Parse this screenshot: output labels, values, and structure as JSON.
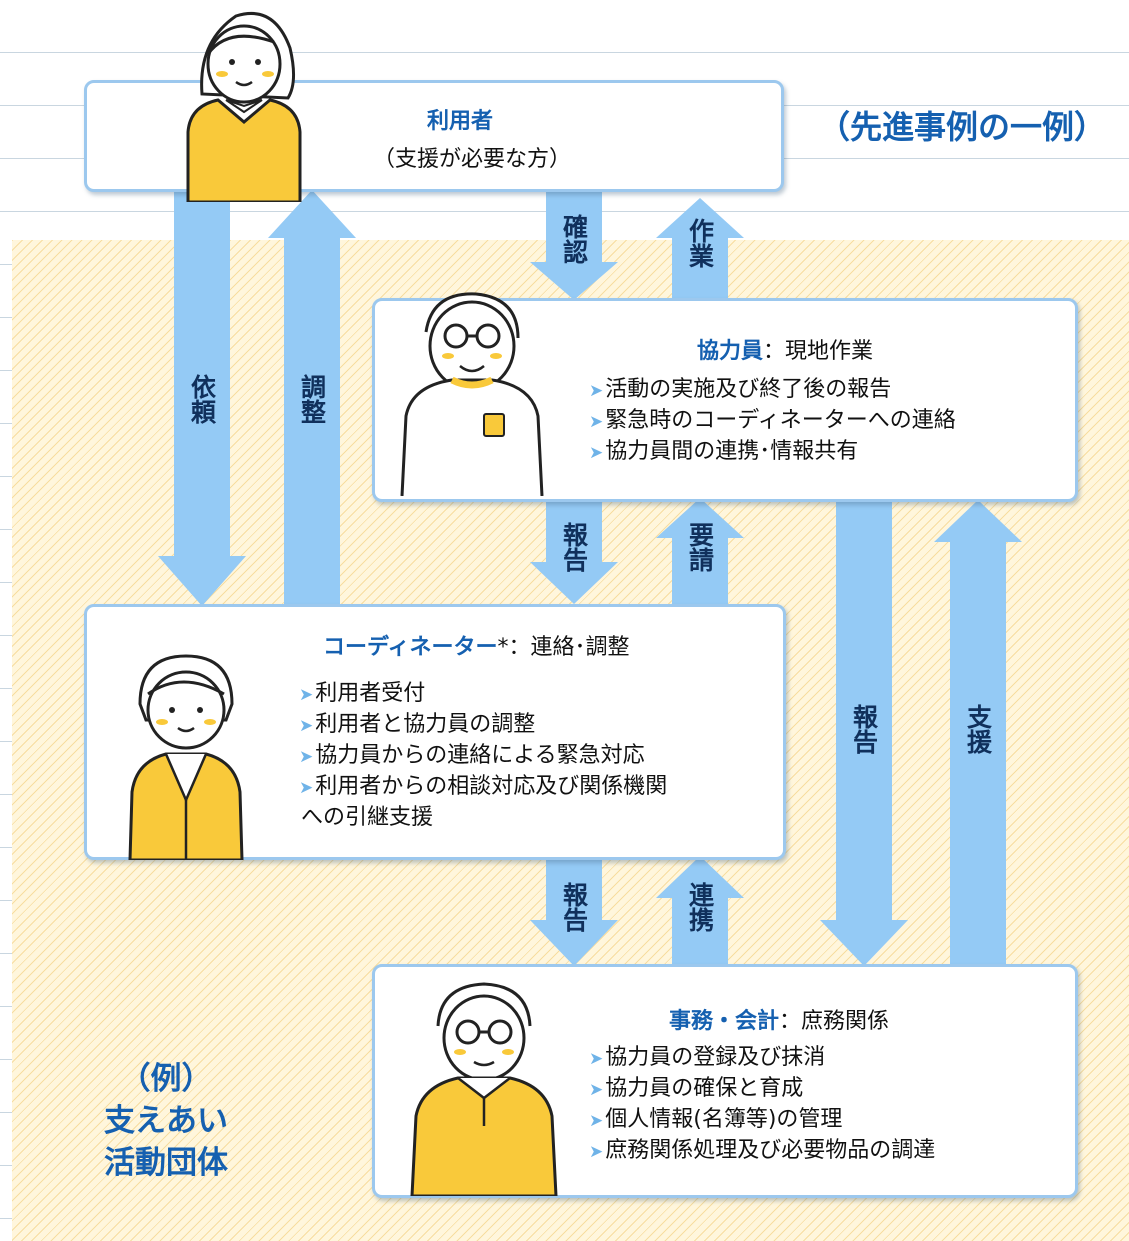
{
  "header_example": "（先進事例の一例）",
  "org_label": [
    "（例）",
    "支えあい",
    "活動団体"
  ],
  "user_box": {
    "title": "利用者",
    "subtitle": "（支援が必要な方）"
  },
  "cooperator_box": {
    "title": "協力員",
    "role": "：現地作業",
    "items": [
      "活動の実施及び終了後の報告",
      "緊急時のコーディネーターへの連絡",
      "協力員間の連携･情報共有"
    ]
  },
  "coordinator_box": {
    "title": "コーディネーター",
    "mark": "*",
    "role": "：連絡･調整",
    "items": [
      "利用者受付",
      "利用者と協力員の調整",
      "協力員からの連絡による緊急対応",
      "利用者からの相談対応及び関係機関"
    ],
    "continuation": "への引継支援"
  },
  "office_box": {
    "title": "事務・会計",
    "role": "：庶務関係",
    "items": [
      "協力員の登録及び抹消",
      "協力員の確保と育成",
      "個人情報(名簿等)の管理",
      "庶務関係処理及び必要物品の調達"
    ]
  },
  "arrows": {
    "request": "依頼",
    "adjust": "調整",
    "confirm": "確認",
    "work": "作業",
    "report_coop_coord": "報告",
    "demand": "要請",
    "report_coord_office": "報告",
    "liaison": "連携",
    "report_coop_office": "報告",
    "support": "支援"
  },
  "colors": {
    "arrow": "#94caf5",
    "title": "#1560b0",
    "box_border": "#9cc8ee",
    "area": "#fff6dc",
    "accent_yellow": "#f9c93a"
  }
}
